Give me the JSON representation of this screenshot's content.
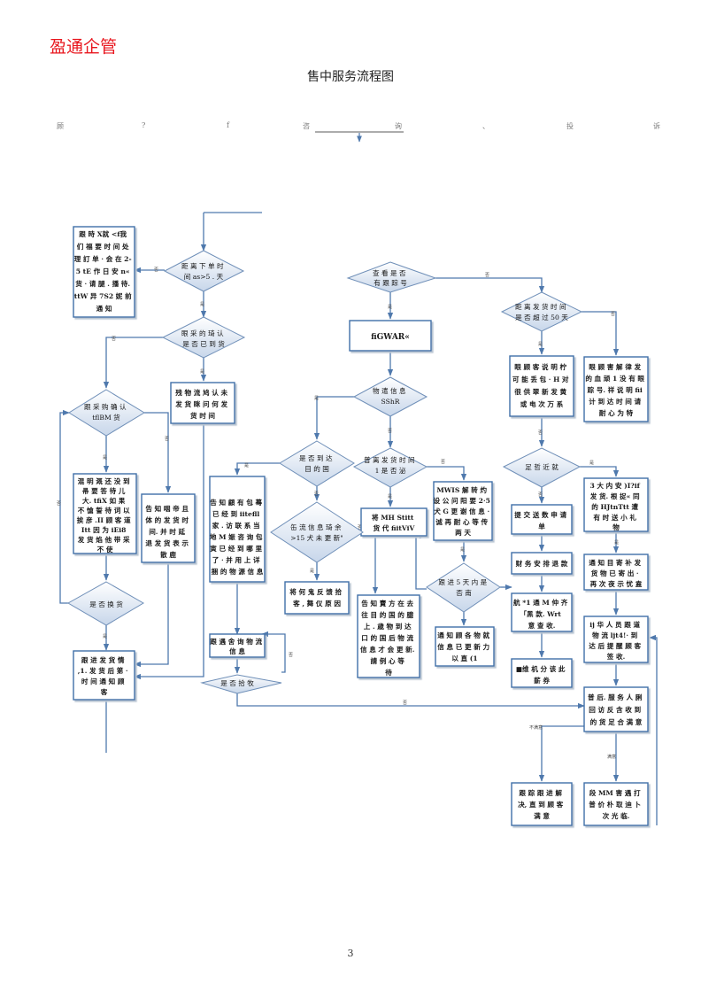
{
  "brand": "盈通企管",
  "title": "售中服务流程图",
  "page_number": "3",
  "header_row": [
    "顾",
    "?",
    "f",
    "咨",
    "询",
    "、",
    "投",
    "诉"
  ],
  "boxes": {
    "b1": [
      "跟 時 X就 <f我",
      "们 福 要 时 间 处",
      "理 訂 单 · 会 在 2-",
      "5 tE 作 日 安 n«",
      "货 · 请 腿 . 播 待.",
      "ttW 异 7S2 妮 前",
      "通 知"
    ],
    "b2": [
      "残 物 流 鸠 认 未",
      "发 货 眯 问 何 发",
      "货 时 间"
    ],
    "b3": [
      "混 明 溉 还 没 到",
      "帚 要 答 待 儿",
      "大. tfiX 如 果",
      "不 愴 誓 待 词 以",
      "挨 彦 .II 顾 客 道",
      "Itt 因 为 iEi8",
      "发 货 焰 他 带 采",
      "不 使"
    ],
    "b4": [
      "告 知 咽 帝 且",
      "体 的 发 货 时",
      "间. 并 时 延",
      "退 发 货 表 示",
      "散 鹿"
    ],
    "b5": [
      "跟 进 发 货 情",
      ",1. 发 货 后 第 ·",
      "时 间 通 知 顾",
      "客"
    ],
    "b6": [
      "fiGWAR«"
    ],
    "b7": [
      "告 知 顧 有 包 蓦",
      "已 经 到 iitefll",
      "家 . 访 联 系 当",
      "地 M 娠 咨 询 包",
      "寅 已 经 到 哪 里",
      "了 · 并 用 上 详",
      "捆 的 物 源 信 息"
    ],
    "b8": [
      "跟 遇 舍 询 物 流",
      "信 息"
    ],
    "b9": [
      "将 何 鬼 反 馈 拾",
      "客 , 舞 仪 原 因"
    ],
    "b10": [
      "将 MH Stitt",
      "货 代 fiitViV"
    ],
    "b11": [
      "MWIS 解 转 灼",
      "设 公 问 阳 要 2·5",
      "犬 G 更 谢 信 息 ·",
      "诚 再 耐 心 等 传",
      "两 天"
    ],
    "b12": [
      "告 知 賣 方 在 去",
      "往 目 的 国 的 臆",
      "上 . 歳 物 到 达",
      "口 的 国 后 物 流",
      "信 息 才 会 更 新.",
      "請 例 心 等",
      "待"
    ],
    "b13": [
      "通 知 顾 各 物 就",
      "信 息 已 更 新 力",
      "以 直 (1"
    ],
    "b14": [
      "眼 顾 客 说 明 柠",
      "可 能 丢 包 · H 对",
      "很 供 翠 新 发 黄",
      "或 电 次 万 系"
    ],
    "b15": [
      "眼 顾 害 解 律 发",
      "的 血 顽 1 没 有 眼",
      "踪 号. 祥 说 明 fii",
      "计 到 达 时 间 请",
      "耐 心 为 特"
    ],
    "b16": [
      "提 交 送 数 申 请",
      "单"
    ],
    "b17": [
      "财 务 安 排 退 款"
    ],
    "b18": [
      "航 *1 通 M 仲 齐",
      "「黑 款. Wrt",
      "意 查 收."
    ],
    "b19": [
      "■维 机 分 该 此",
      "薪 券"
    ],
    "b20": [
      "3 大 内 安 )I?if",
      "发 货. 根 捉« 同",
      "的 HJtnTtt 遭",
      "有 时 送 小 礼",
      "物"
    ],
    "b21": [
      "通 知 目 寄 补 发",
      "货 物 已 寄 出 ·",
      "再 次 夜 示 忧 盍"
    ],
    "b22": [
      "ij 华 人 员 跟 道",
      "物 流 ljt4!· 到",
      "达 后 提 醒 顾 客",
      "签 收."
    ],
    "b23": [
      "普 后. 服 务 人 脷",
      "回 访 反 含 收 到",
      "的 货 足 合 满 意"
    ],
    "b24": [
      "跟 踪 跟 进 解",
      "决, 直 到 顾 客",
      "满 意"
    ],
    "b25": [
      "段 MM 害 遇 打",
      "普 价 朴 取 迪 卜",
      "次 光 临."
    ]
  },
  "diamonds": {
    "d1": [
      "距 离 下 单 时",
      "间 as>5 . 天"
    ],
    "d2": [
      "眼 采 的 琦 认",
      "是 否 已 到 货"
    ],
    "d3": [
      "跟 采 购 确 认",
      "tflBM 货"
    ],
    "d4": [
      "是 否 换 货"
    ],
    "d5": [
      "查 看 是 否",
      "有 跟 踪 号"
    ],
    "d6": [
      "物 遣 信 息",
      "SShR"
    ],
    "d7": [
      "是 否 到 达",
      "目 的 国"
    ],
    "d8": [
      "普 离 发 货 时 间",
      "1 是 否 泌"
    ],
    "d9": [
      "缶 流 信 息 琦 余",
      ">15 犬 未 更 新\""
    ],
    "d10": [
      "跟 进 5 天 内 是",
      "否 南"
    ],
    "d11": [
      "是 否 拾 牧"
    ],
    "d12": [
      "距 离 发 货 时 间",
      "是 否 超 过 50 天"
    ],
    "d13": [
      "足 哲 近 就"
    ]
  },
  "edge_labels": {
    "no": "否",
    "yes": "是",
    "dissatisfied": "不满意",
    "satisfied": "满意"
  }
}
